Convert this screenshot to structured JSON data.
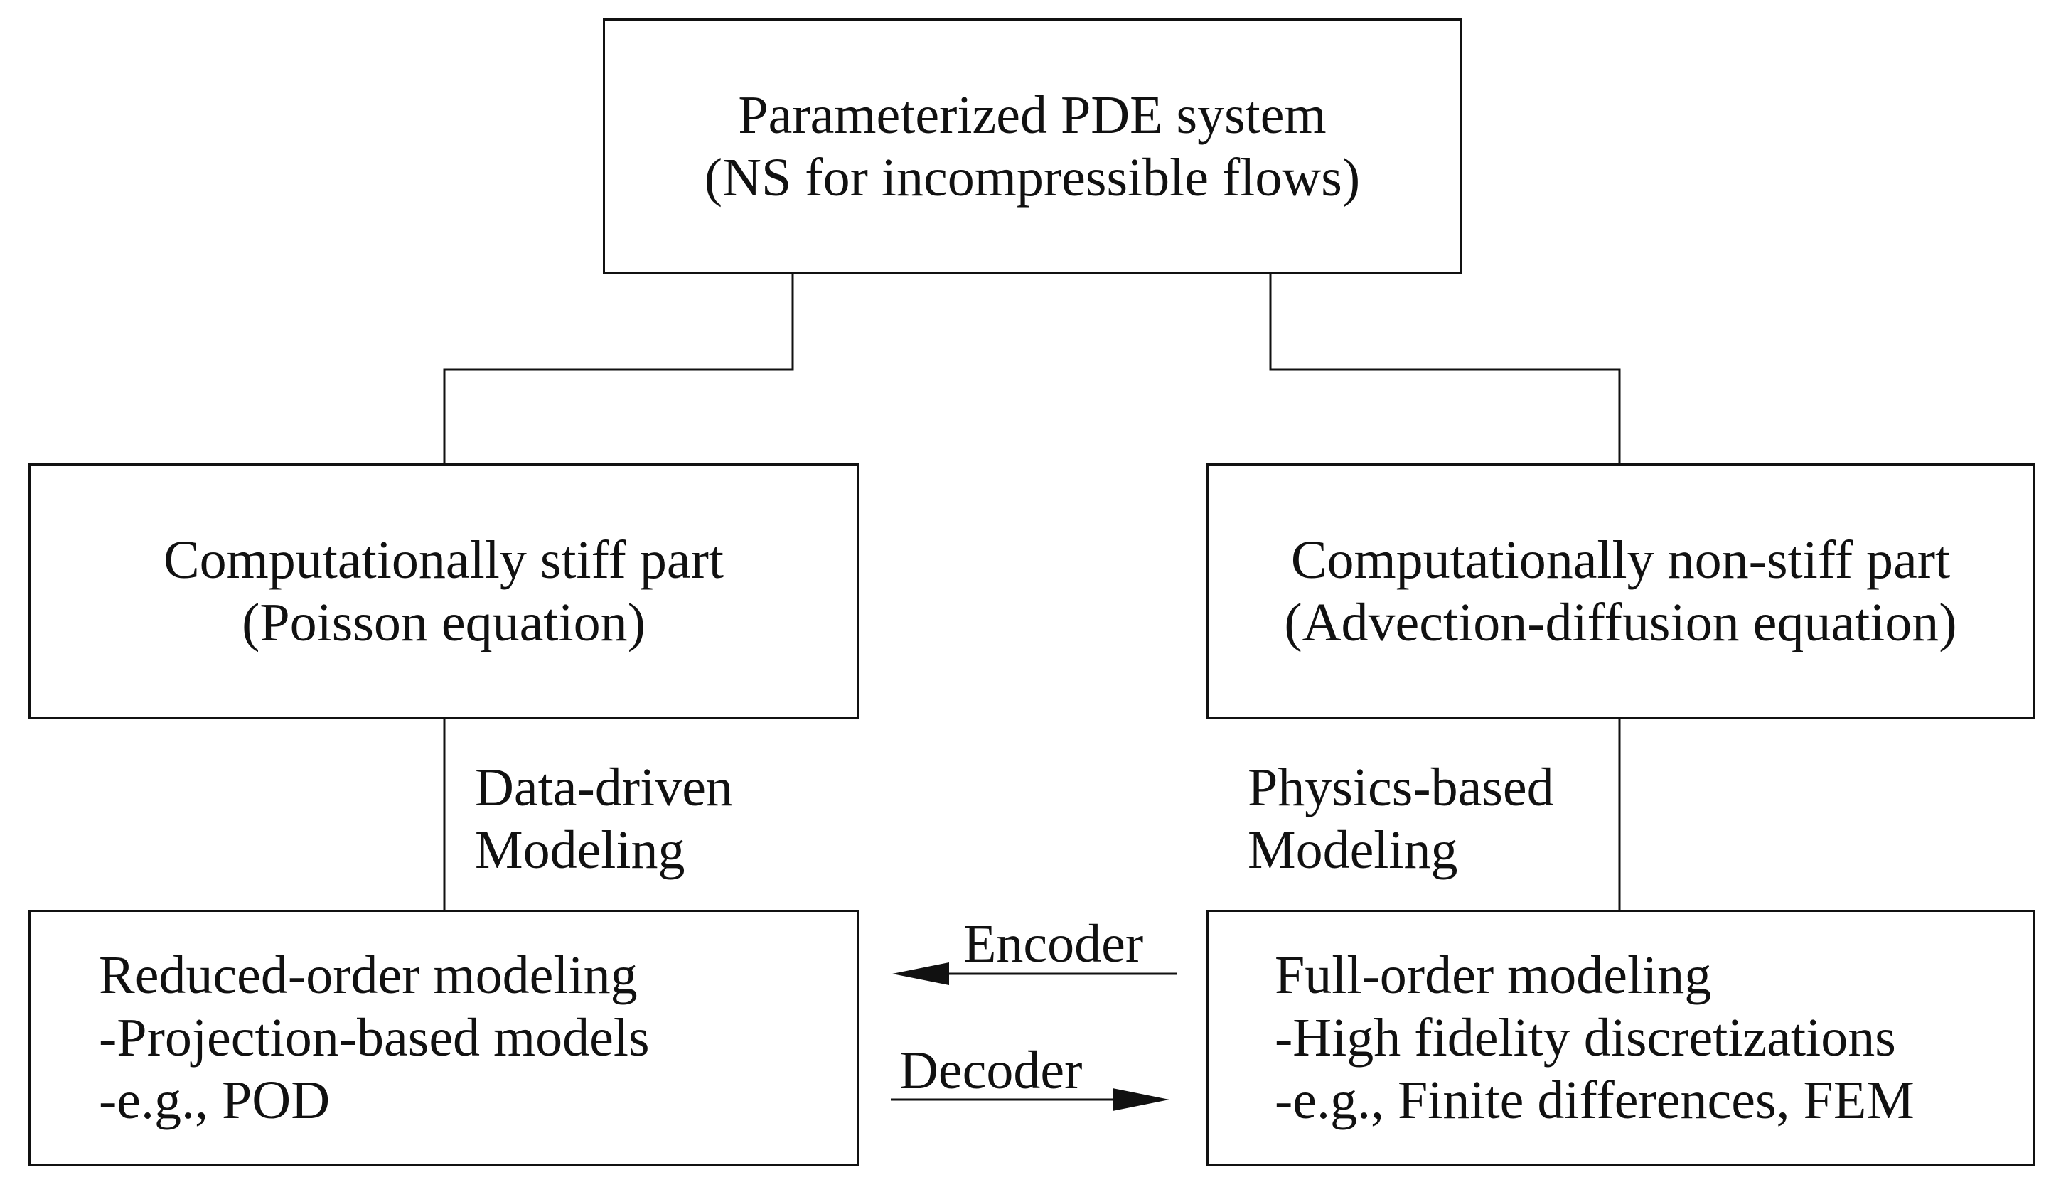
{
  "top_box": {
    "line1": "Parameterized PDE system",
    "line2": "(NS for incompressible flows)"
  },
  "left_mid_box": {
    "line1": "Computationally stiff part",
    "line2": "(Poisson equation)"
  },
  "right_mid_box": {
    "line1": "Computationally non-stiff part",
    "line2": "(Advection-diffusion equation)"
  },
  "left_edge_label": {
    "line1": "Data-driven",
    "line2": "Modeling"
  },
  "right_edge_label": {
    "line1": "Physics-based",
    "line2": "Modeling"
  },
  "left_bottom_box": {
    "line1": "Reduced-order modeling",
    "line2": "-Projection-based models",
    "line3": "-e.g., POD"
  },
  "right_bottom_box": {
    "line1": "Full-order modeling",
    "line2": "-High fidelity discretizations",
    "line3": "-e.g., Finite differences, FEM"
  },
  "arrows": {
    "encoder": "Encoder",
    "decoder": "Decoder"
  }
}
